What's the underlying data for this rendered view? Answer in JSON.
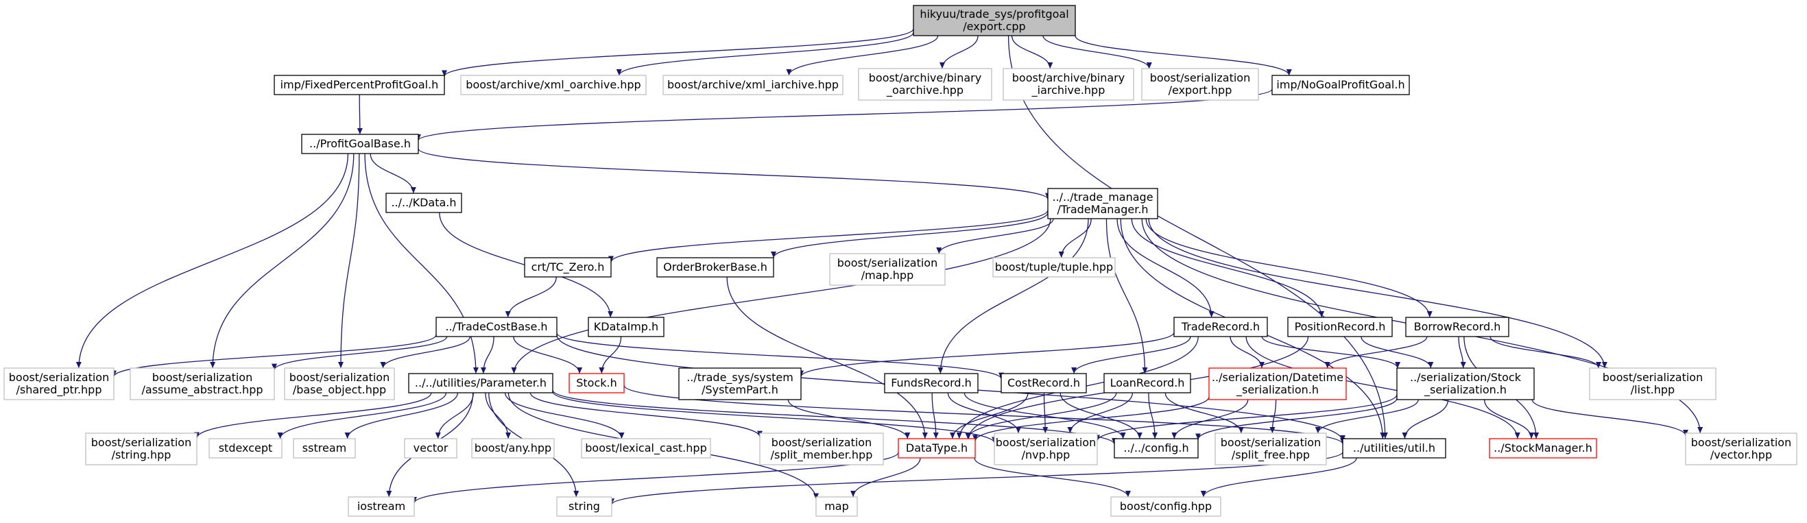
{
  "colors": {
    "edge": "#191970",
    "border_normal": "#000000",
    "border_external": "#bfbfbf",
    "border_incomplete": "#ff0000",
    "root_fill": "#bfbfbf",
    "node_fill": "#ffffff"
  },
  "nodes": [
    {
      "id": "export",
      "label": [
        "hikyuu/trade_sys/profitgoal",
        "/export.cpp"
      ],
      "kind": "root"
    },
    {
      "id": "fixed",
      "label": [
        "imp/FixedPercentProfitGoal.h"
      ],
      "kind": "normal"
    },
    {
      "id": "xmlo",
      "label": [
        "boost/archive/xml_oarchive.hpp"
      ],
      "kind": "external"
    },
    {
      "id": "xmli",
      "label": [
        "boost/archive/xml_iarchive.hpp"
      ],
      "kind": "external"
    },
    {
      "id": "bino",
      "label": [
        "boost/archive/binary",
        "_oarchive.hpp"
      ],
      "kind": "external"
    },
    {
      "id": "bini",
      "label": [
        "boost/archive/binary",
        "_iarchive.hpp"
      ],
      "kind": "external"
    },
    {
      "id": "serexp",
      "label": [
        "boost/serialization",
        "/export.hpp"
      ],
      "kind": "external"
    },
    {
      "id": "nogoal",
      "label": [
        "imp/NoGoalProfitGoal.h"
      ],
      "kind": "normal"
    },
    {
      "id": "pgbase",
      "label": [
        "../ProfitGoalBase.h"
      ],
      "kind": "normal"
    },
    {
      "id": "kdata",
      "label": [
        "../../KData.h"
      ],
      "kind": "normal"
    },
    {
      "id": "tm",
      "label": [
        "../../trade_manage",
        "/TradeManager.h"
      ],
      "kind": "normal"
    },
    {
      "id": "tczero",
      "label": [
        "crt/TC_Zero.h"
      ],
      "kind": "normal"
    },
    {
      "id": "obb",
      "label": [
        "OrderBrokerBase.h"
      ],
      "kind": "normal"
    },
    {
      "id": "sermap",
      "label": [
        "boost/serialization",
        "/map.hpp"
      ],
      "kind": "external"
    },
    {
      "id": "tuple",
      "label": [
        "boost/tuple/tuple.hpp"
      ],
      "kind": "external"
    },
    {
      "id": "tcbase",
      "label": [
        "../TradeCostBase.h"
      ],
      "kind": "normal"
    },
    {
      "id": "kdimp",
      "label": [
        "KDataImp.h"
      ],
      "kind": "normal"
    },
    {
      "id": "traderec",
      "label": [
        "TradeRecord.h"
      ],
      "kind": "normal"
    },
    {
      "id": "posrec",
      "label": [
        "PositionRecord.h"
      ],
      "kind": "normal"
    },
    {
      "id": "borrec",
      "label": [
        "BorrowRecord.h"
      ],
      "kind": "normal"
    },
    {
      "id": "shptr",
      "label": [
        "boost/serialization",
        "/shared_ptr.hpp"
      ],
      "kind": "external"
    },
    {
      "id": "assabs",
      "label": [
        "boost/serialization",
        "/assume_abstract.hpp"
      ],
      "kind": "external"
    },
    {
      "id": "baseobj",
      "label": [
        "boost/serialization",
        "/base_object.hpp"
      ],
      "kind": "external"
    },
    {
      "id": "param",
      "label": [
        "../../utilities/Parameter.h"
      ],
      "kind": "normal"
    },
    {
      "id": "stock",
      "label": [
        "Stock.h"
      ],
      "kind": "incomplete"
    },
    {
      "id": "syspart",
      "label": [
        "../trade_sys/system",
        "/SystemPart.h"
      ],
      "kind": "normal"
    },
    {
      "id": "funds",
      "label": [
        "FundsRecord.h"
      ],
      "kind": "normal"
    },
    {
      "id": "cost",
      "label": [
        "CostRecord.h"
      ],
      "kind": "normal"
    },
    {
      "id": "loan",
      "label": [
        "LoanRecord.h"
      ],
      "kind": "normal"
    },
    {
      "id": "dtser",
      "label": [
        "../serialization/Datetime",
        "_serialization.h"
      ],
      "kind": "incomplete"
    },
    {
      "id": "stkser",
      "label": [
        "../serialization/Stock",
        "_serialization.h"
      ],
      "kind": "normal"
    },
    {
      "id": "serlist",
      "label": [
        "boost/serialization",
        "/list.hpp"
      ],
      "kind": "external"
    },
    {
      "id": "serstr",
      "label": [
        "boost/serialization",
        "/string.hpp"
      ],
      "kind": "external"
    },
    {
      "id": "stdexcept",
      "label": [
        "stdexcept"
      ],
      "kind": "external"
    },
    {
      "id": "sstream",
      "label": [
        "sstream"
      ],
      "kind": "external"
    },
    {
      "id": "vector",
      "label": [
        "vector"
      ],
      "kind": "external"
    },
    {
      "id": "any",
      "label": [
        "boost/any.hpp"
      ],
      "kind": "external"
    },
    {
      "id": "lexcast",
      "label": [
        "boost/lexical_cast.hpp"
      ],
      "kind": "external"
    },
    {
      "id": "splitm",
      "label": [
        "boost/serialization",
        "/split_member.hpp"
      ],
      "kind": "external"
    },
    {
      "id": "dtype",
      "label": [
        "DataType.h"
      ],
      "kind": "incomplete"
    },
    {
      "id": "nvp",
      "label": [
        "boost/serialization",
        "/nvp.hpp"
      ],
      "kind": "external"
    },
    {
      "id": "config",
      "label": [
        "../../config.h"
      ],
      "kind": "normal"
    },
    {
      "id": "splitf",
      "label": [
        "boost/serialization",
        "/split_free.hpp"
      ],
      "kind": "external"
    },
    {
      "id": "util",
      "label": [
        "../utilities/util.h"
      ],
      "kind": "normal"
    },
    {
      "id": "stkmgr",
      "label": [
        "../StockManager.h"
      ],
      "kind": "incomplete"
    },
    {
      "id": "servec",
      "label": [
        "boost/serialization",
        "/vector.hpp"
      ],
      "kind": "external"
    },
    {
      "id": "iostream",
      "label": [
        "iostream"
      ],
      "kind": "external"
    },
    {
      "id": "string",
      "label": [
        "string"
      ],
      "kind": "external"
    },
    {
      "id": "map",
      "label": [
        "map"
      ],
      "kind": "external"
    },
    {
      "id": "bconfig",
      "label": [
        "boost/config.hpp"
      ],
      "kind": "external"
    }
  ],
  "edges": [
    [
      "export",
      "fixed"
    ],
    [
      "export",
      "xmlo"
    ],
    [
      "export",
      "xmli"
    ],
    [
      "export",
      "bino"
    ],
    [
      "export",
      "bini"
    ],
    [
      "export",
      "serexp"
    ],
    [
      "export",
      "nogoal"
    ],
    [
      "export",
      "util"
    ],
    [
      "fixed",
      "pgbase"
    ],
    [
      "nogoal",
      "pgbase"
    ],
    [
      "pgbase",
      "kdata"
    ],
    [
      "pgbase",
      "tm"
    ],
    [
      "pgbase",
      "shptr"
    ],
    [
      "pgbase",
      "assabs"
    ],
    [
      "pgbase",
      "baseobj"
    ],
    [
      "pgbase",
      "param"
    ],
    [
      "kdata",
      "kdimp"
    ],
    [
      "tm",
      "tczero"
    ],
    [
      "tm",
      "obb"
    ],
    [
      "tm",
      "sermap"
    ],
    [
      "tm",
      "tuple"
    ],
    [
      "tm",
      "traderec"
    ],
    [
      "tm",
      "posrec"
    ],
    [
      "tm",
      "borrec"
    ],
    [
      "tm",
      "funds"
    ],
    [
      "tm",
      "loan"
    ],
    [
      "tm",
      "serlist"
    ],
    [
      "tm",
      "servec"
    ],
    [
      "tm",
      "param"
    ],
    [
      "tm",
      "util"
    ],
    [
      "tczero",
      "tcbase"
    ],
    [
      "obb",
      "dtype"
    ],
    [
      "kdimp",
      "stock"
    ],
    [
      "tcbase",
      "param"
    ],
    [
      "tcbase",
      "stock"
    ],
    [
      "tcbase",
      "shptr"
    ],
    [
      "tcbase",
      "assabs"
    ],
    [
      "tcbase",
      "baseobj"
    ],
    [
      "tcbase",
      "cost"
    ],
    [
      "tcbase",
      "util"
    ],
    [
      "traderec",
      "syspart"
    ],
    [
      "traderec",
      "cost"
    ],
    [
      "traderec",
      "dtser"
    ],
    [
      "traderec",
      "stkser"
    ],
    [
      "traderec",
      "stkmgr"
    ],
    [
      "traderec",
      "dtype"
    ],
    [
      "posrec",
      "stkser"
    ],
    [
      "posrec",
      "dtype"
    ],
    [
      "borrec",
      "dtser"
    ],
    [
      "borrec",
      "stkser"
    ],
    [
      "borrec",
      "serlist"
    ],
    [
      "borrec",
      "stkmgr"
    ],
    [
      "param",
      "serstr"
    ],
    [
      "param",
      "stdexcept"
    ],
    [
      "param",
      "sstream"
    ],
    [
      "param",
      "vector"
    ],
    [
      "param",
      "any"
    ],
    [
      "param",
      "lexcast"
    ],
    [
      "param",
      "splitm"
    ],
    [
      "param",
      "nvp"
    ],
    [
      "param",
      "config"
    ],
    [
      "param",
      "iostream"
    ],
    [
      "param",
      "string"
    ],
    [
      "param",
      "map"
    ],
    [
      "syspart",
      "dtype"
    ],
    [
      "funds",
      "dtype"
    ],
    [
      "funds",
      "nvp"
    ],
    [
      "funds",
      "config"
    ],
    [
      "cost",
      "dtype"
    ],
    [
      "cost",
      "nvp"
    ],
    [
      "cost",
      "config"
    ],
    [
      "loan",
      "dtype"
    ],
    [
      "loan",
      "nvp"
    ],
    [
      "loan",
      "config"
    ],
    [
      "loan",
      "splitf"
    ],
    [
      "dtser",
      "config"
    ],
    [
      "dtser",
      "splitf"
    ],
    [
      "dtser",
      "dtype"
    ],
    [
      "stkser",
      "util"
    ],
    [
      "stkser",
      "stkmgr"
    ],
    [
      "stkser",
      "nvp"
    ],
    [
      "stkser",
      "splitf"
    ],
    [
      "stkser",
      "config"
    ],
    [
      "stkser",
      "servec"
    ],
    [
      "dtype",
      "iostream"
    ],
    [
      "dtype",
      "map"
    ],
    [
      "dtype",
      "bconfig"
    ],
    [
      "util",
      "string"
    ],
    [
      "util",
      "bconfig"
    ],
    [
      "stock",
      "util"
    ]
  ]
}
